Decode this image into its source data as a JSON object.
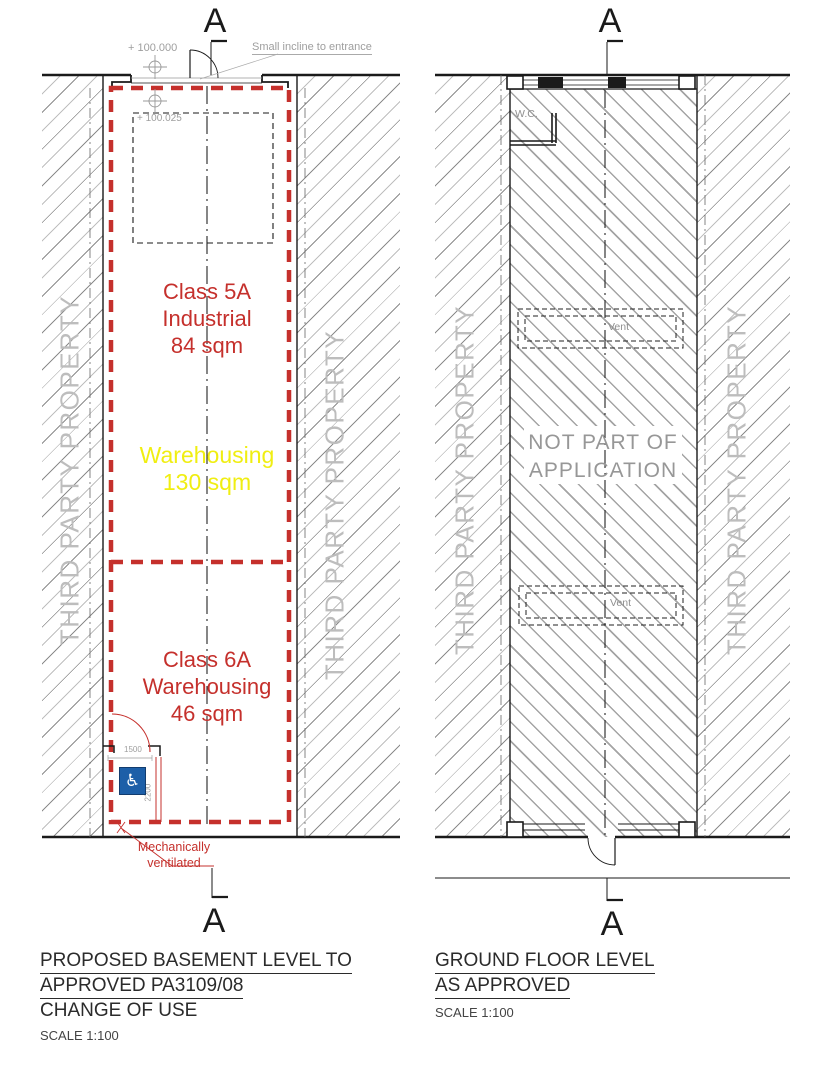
{
  "markers": {
    "section": "A"
  },
  "colors": {
    "boundary_red": "#c5302c",
    "warehouse_yellow": "#f0ee12",
    "third_party_gray": "#bdbdbd",
    "note_gray": "#9e9e9e",
    "disabled_blue": "#1d5fa8"
  },
  "icons": {
    "wheelchair": "♿"
  },
  "left_plan": {
    "level_entrance": "+ 100.000",
    "incline_note": "Small incline to entrance",
    "level_floor": "+ 100.025",
    "class5a": {
      "l1": "Class 5A",
      "l2": "Industrial",
      "l3": "84 sqm"
    },
    "warehousing": {
      "l1": "Warehousing",
      "l2": "130 sqm"
    },
    "class6a": {
      "l1": "Class 6A",
      "l2": "Warehousing",
      "l3": "46 sqm"
    },
    "door_width": "1500",
    "door_height": "2200",
    "vent_note": {
      "l1": "Mechanically",
      "l2": "ventilated"
    },
    "third_party": "THIRD PARTY PROPERTY",
    "title": {
      "l1": "PROPOSED BASEMENT LEVEL TO",
      "l2": "APPROVED PA3109/08",
      "l3": "CHANGE OF USE",
      "scale": "SCALE 1:100"
    }
  },
  "right_plan": {
    "wc": "W.C.",
    "vent": "Vent",
    "not_part": {
      "l1": "NOT PART OF",
      "l2": "APPLICATION"
    },
    "third_party": "THIRD PARTY PROPERTY",
    "title": {
      "l1": "GROUND FLOOR LEVEL",
      "l2": "AS APPROVED",
      "scale": "SCALE 1:100"
    }
  }
}
